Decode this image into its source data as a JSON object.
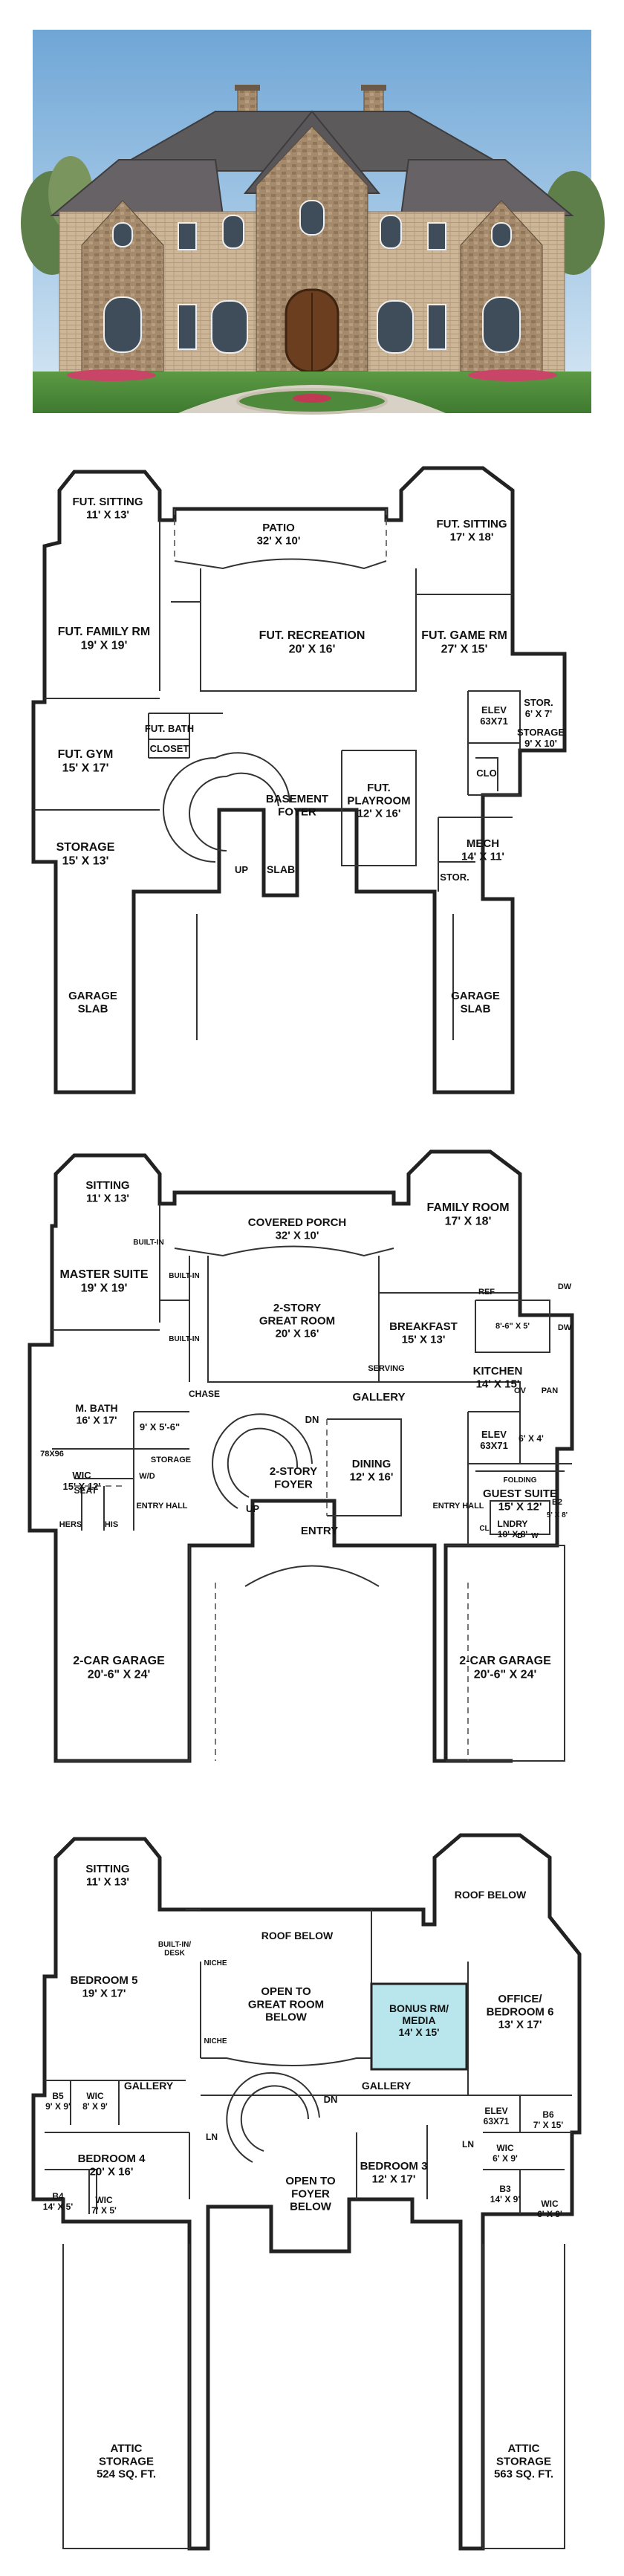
{
  "colors": {
    "sky": "#9cc4e4",
    "roof": "#5d5a5c",
    "stone": "#a58a6b",
    "brick": "#c9b093",
    "lawn": "#4f8a3c",
    "bonus": "#b8e6ec"
  },
  "basement": {
    "rooms": [
      {
        "id": "fut-sitting-l",
        "name": "FUT. SITTING",
        "dim": "11' X 13'"
      },
      {
        "id": "patio",
        "name": "PATIO",
        "dim": "32' X 10'"
      },
      {
        "id": "fut-sitting-r",
        "name": "FUT. SITTING",
        "dim": "17' X 18'"
      },
      {
        "id": "fut-family",
        "name": "FUT. FAMILY RM",
        "dim": "19' X 19'"
      },
      {
        "id": "fut-recreation",
        "name": "FUT. RECREATION",
        "dim": "20' X 16'"
      },
      {
        "id": "fut-game",
        "name": "FUT. GAME RM",
        "dim": "27' X 15'"
      },
      {
        "id": "fut-gym",
        "name": "FUT. GYM",
        "dim": "15' X 17'"
      },
      {
        "id": "fut-bath",
        "name": "FUT. BATH",
        "dim": ""
      },
      {
        "id": "closet",
        "name": "CLOSET",
        "dim": ""
      },
      {
        "id": "basement-foyer",
        "name": "BASEMENT\nFOYER",
        "dim": ""
      },
      {
        "id": "fut-playroom",
        "name": "FUT.\nPLAYROOM",
        "dim": "12' X 16'"
      },
      {
        "id": "elev",
        "name": "ELEV",
        "dim": "63X71"
      },
      {
        "id": "stor-small",
        "name": "STOR.",
        "dim": "6' X 7'"
      },
      {
        "id": "storage-r",
        "name": "STORAGE",
        "dim": "9' X 10'"
      },
      {
        "id": "clo",
        "name": "CLO",
        "dim": ""
      },
      {
        "id": "storage-l",
        "name": "STORAGE",
        "dim": "15' X 13'"
      },
      {
        "id": "mech",
        "name": "MECH",
        "dim": "14' X 11'"
      },
      {
        "id": "stor-mech",
        "name": "STOR.",
        "dim": ""
      },
      {
        "id": "slab",
        "name": "SLAB",
        "dim": ""
      },
      {
        "id": "garage-slab-l",
        "name": "GARAGE\nSLAB",
        "dim": ""
      },
      {
        "id": "garage-slab-r",
        "name": "GARAGE\nSLAB",
        "dim": ""
      }
    ],
    "marks": [
      {
        "id": "up",
        "text": "UP"
      }
    ]
  },
  "first": {
    "rooms": [
      {
        "id": "sitting",
        "name": "SITTING",
        "dim": "11' X 13'"
      },
      {
        "id": "covered-porch",
        "name": "COVERED PORCH",
        "dim": "32' X 10'"
      },
      {
        "id": "family-room",
        "name": "FAMILY ROOM",
        "dim": "17' X 18'"
      },
      {
        "id": "master-suite",
        "name": "MASTER SUITE",
        "dim": "19' X 19'"
      },
      {
        "id": "great-room",
        "name": "2-STORY\nGREAT ROOM",
        "dim": "20' X 16'"
      },
      {
        "id": "breakfast",
        "name": "BREAKFAST",
        "dim": "15' X 13'"
      },
      {
        "id": "kitchen",
        "name": "KITCHEN",
        "dim": "14' X 15'"
      },
      {
        "id": "m-bath",
        "name": "M. BATH",
        "dim": "16' X 17'"
      },
      {
        "id": "chase-room",
        "name": "",
        "dim": "9' X 5'-6\""
      },
      {
        "id": "gallery",
        "name": "GALLERY",
        "dim": ""
      },
      {
        "id": "foyer",
        "name": "2-STORY\nFOYER",
        "dim": ""
      },
      {
        "id": "dining",
        "name": "DINING",
        "dim": "12' X 16'"
      },
      {
        "id": "elev",
        "name": "ELEV",
        "dim": "63X71"
      },
      {
        "id": "small-room",
        "name": "",
        "dim": "6' X 4'"
      },
      {
        "id": "guest-suite",
        "name": "GUEST SUITE",
        "dim": "15' X 12'"
      },
      {
        "id": "wic",
        "name": "WIC",
        "dim": "15' X 12'"
      },
      {
        "id": "laundry",
        "name": "LNDRY",
        "dim": "10' X 8'"
      },
      {
        "id": "entry",
        "name": "ENTRY",
        "dim": ""
      },
      {
        "id": "garage-l",
        "name": "2-CAR GARAGE",
        "dim": "20'-6\" X 24'"
      },
      {
        "id": "garage-r",
        "name": "2-CAR GARAGE",
        "dim": "20'-6\" X 24'"
      }
    ],
    "marks": [
      {
        "id": "built-in-1",
        "text": "BUILT-IN"
      },
      {
        "id": "built-in-2",
        "text": "BUILT-IN"
      },
      {
        "id": "built-in-3",
        "text": "BUILT-IN"
      },
      {
        "id": "ref",
        "text": "REF"
      },
      {
        "id": "island",
        "text": "8'-6\" X 5'"
      },
      {
        "id": "dw1",
        "text": "DW"
      },
      {
        "id": "dw2",
        "text": "DW"
      },
      {
        "id": "serving",
        "text": "SERVING"
      },
      {
        "id": "chase",
        "text": "CHASE"
      },
      {
        "id": "dn",
        "text": "DN"
      },
      {
        "id": "up",
        "text": "UP"
      },
      {
        "id": "ov",
        "text": "OV"
      },
      {
        "id": "pan",
        "text": "PAN"
      },
      {
        "id": "tub",
        "text": "78X96"
      },
      {
        "id": "seat",
        "text": "SEAT"
      },
      {
        "id": "hers",
        "text": "HERS"
      },
      {
        "id": "his",
        "text": "HIS"
      },
      {
        "id": "wd",
        "text": "W/D"
      },
      {
        "id": "storage",
        "text": "STORAGE"
      },
      {
        "id": "entry-hall-l",
        "text": "ENTRY HALL"
      },
      {
        "id": "entry-hall-r",
        "text": "ENTRY HALL"
      },
      {
        "id": "folding",
        "text": "FOLDING"
      },
      {
        "id": "b2",
        "text": "B2"
      },
      {
        "id": "b2dim",
        "text": "5' X 8'"
      },
      {
        "id": "cl",
        "text": "CL"
      },
      {
        "id": "d",
        "text": "D"
      },
      {
        "id": "w",
        "text": "W"
      }
    ]
  },
  "second": {
    "rooms": [
      {
        "id": "sitting",
        "name": "SITTING",
        "dim": "11' X 13'"
      },
      {
        "id": "roof-below-l",
        "name": "ROOF BELOW",
        "dim": ""
      },
      {
        "id": "roof-below-r",
        "name": "ROOF BELOW",
        "dim": ""
      },
      {
        "id": "bedroom5",
        "name": "BEDROOM 5",
        "dim": "19' X 17'"
      },
      {
        "id": "open-great",
        "name": "OPEN TO\nGREAT ROOM\nBELOW",
        "dim": ""
      },
      {
        "id": "bonus",
        "name": "BONUS RM/\nMEDIA",
        "dim": "14' X 15'"
      },
      {
        "id": "office",
        "name": "OFFICE/\nBEDROOM 6",
        "dim": "13' X 17'"
      },
      {
        "id": "b5",
        "name": "B5",
        "dim": "9' X 9'"
      },
      {
        "id": "wic5",
        "name": "WIC",
        "dim": "8' X 9'"
      },
      {
        "id": "gallery-l",
        "name": "GALLERY",
        "dim": ""
      },
      {
        "id": "gallery-r",
        "name": "GALLERY",
        "dim": ""
      },
      {
        "id": "elev",
        "name": "ELEV",
        "dim": "63X71"
      },
      {
        "id": "b6",
        "name": "B6",
        "dim": "7' X 15'"
      },
      {
        "id": "wic6",
        "name": "WIC",
        "dim": "6' X 9'"
      },
      {
        "id": "bedroom4",
        "name": "BEDROOM 4",
        "dim": "20' X 16'"
      },
      {
        "id": "open-foyer",
        "name": "OPEN TO\nFOYER\nBELOW",
        "dim": ""
      },
      {
        "id": "bedroom3",
        "name": "BEDROOM 3",
        "dim": "12' X 17'"
      },
      {
        "id": "b3",
        "name": "B3",
        "dim": "14' X 9'"
      },
      {
        "id": "wic3",
        "name": "WIC",
        "dim": "6' X 9'"
      },
      {
        "id": "b4",
        "name": "B4",
        "dim": "14' X 5'"
      },
      {
        "id": "wic4",
        "name": "WIC",
        "dim": "7' X 5'"
      },
      {
        "id": "attic-l",
        "name": "ATTIC\nSTORAGE",
        "dim": "524 SQ. FT."
      },
      {
        "id": "attic-r",
        "name": "ATTIC\nSTORAGE",
        "dim": "563 SQ. FT."
      }
    ],
    "marks": [
      {
        "id": "built-in-desk",
        "text": "BUILT-IN/\nDESK"
      },
      {
        "id": "niche1",
        "text": "NICHE"
      },
      {
        "id": "niche2",
        "text": "NICHE"
      },
      {
        "id": "dn",
        "text": "DN"
      },
      {
        "id": "ln1",
        "text": "LN"
      },
      {
        "id": "ln2",
        "text": "LN"
      }
    ]
  }
}
